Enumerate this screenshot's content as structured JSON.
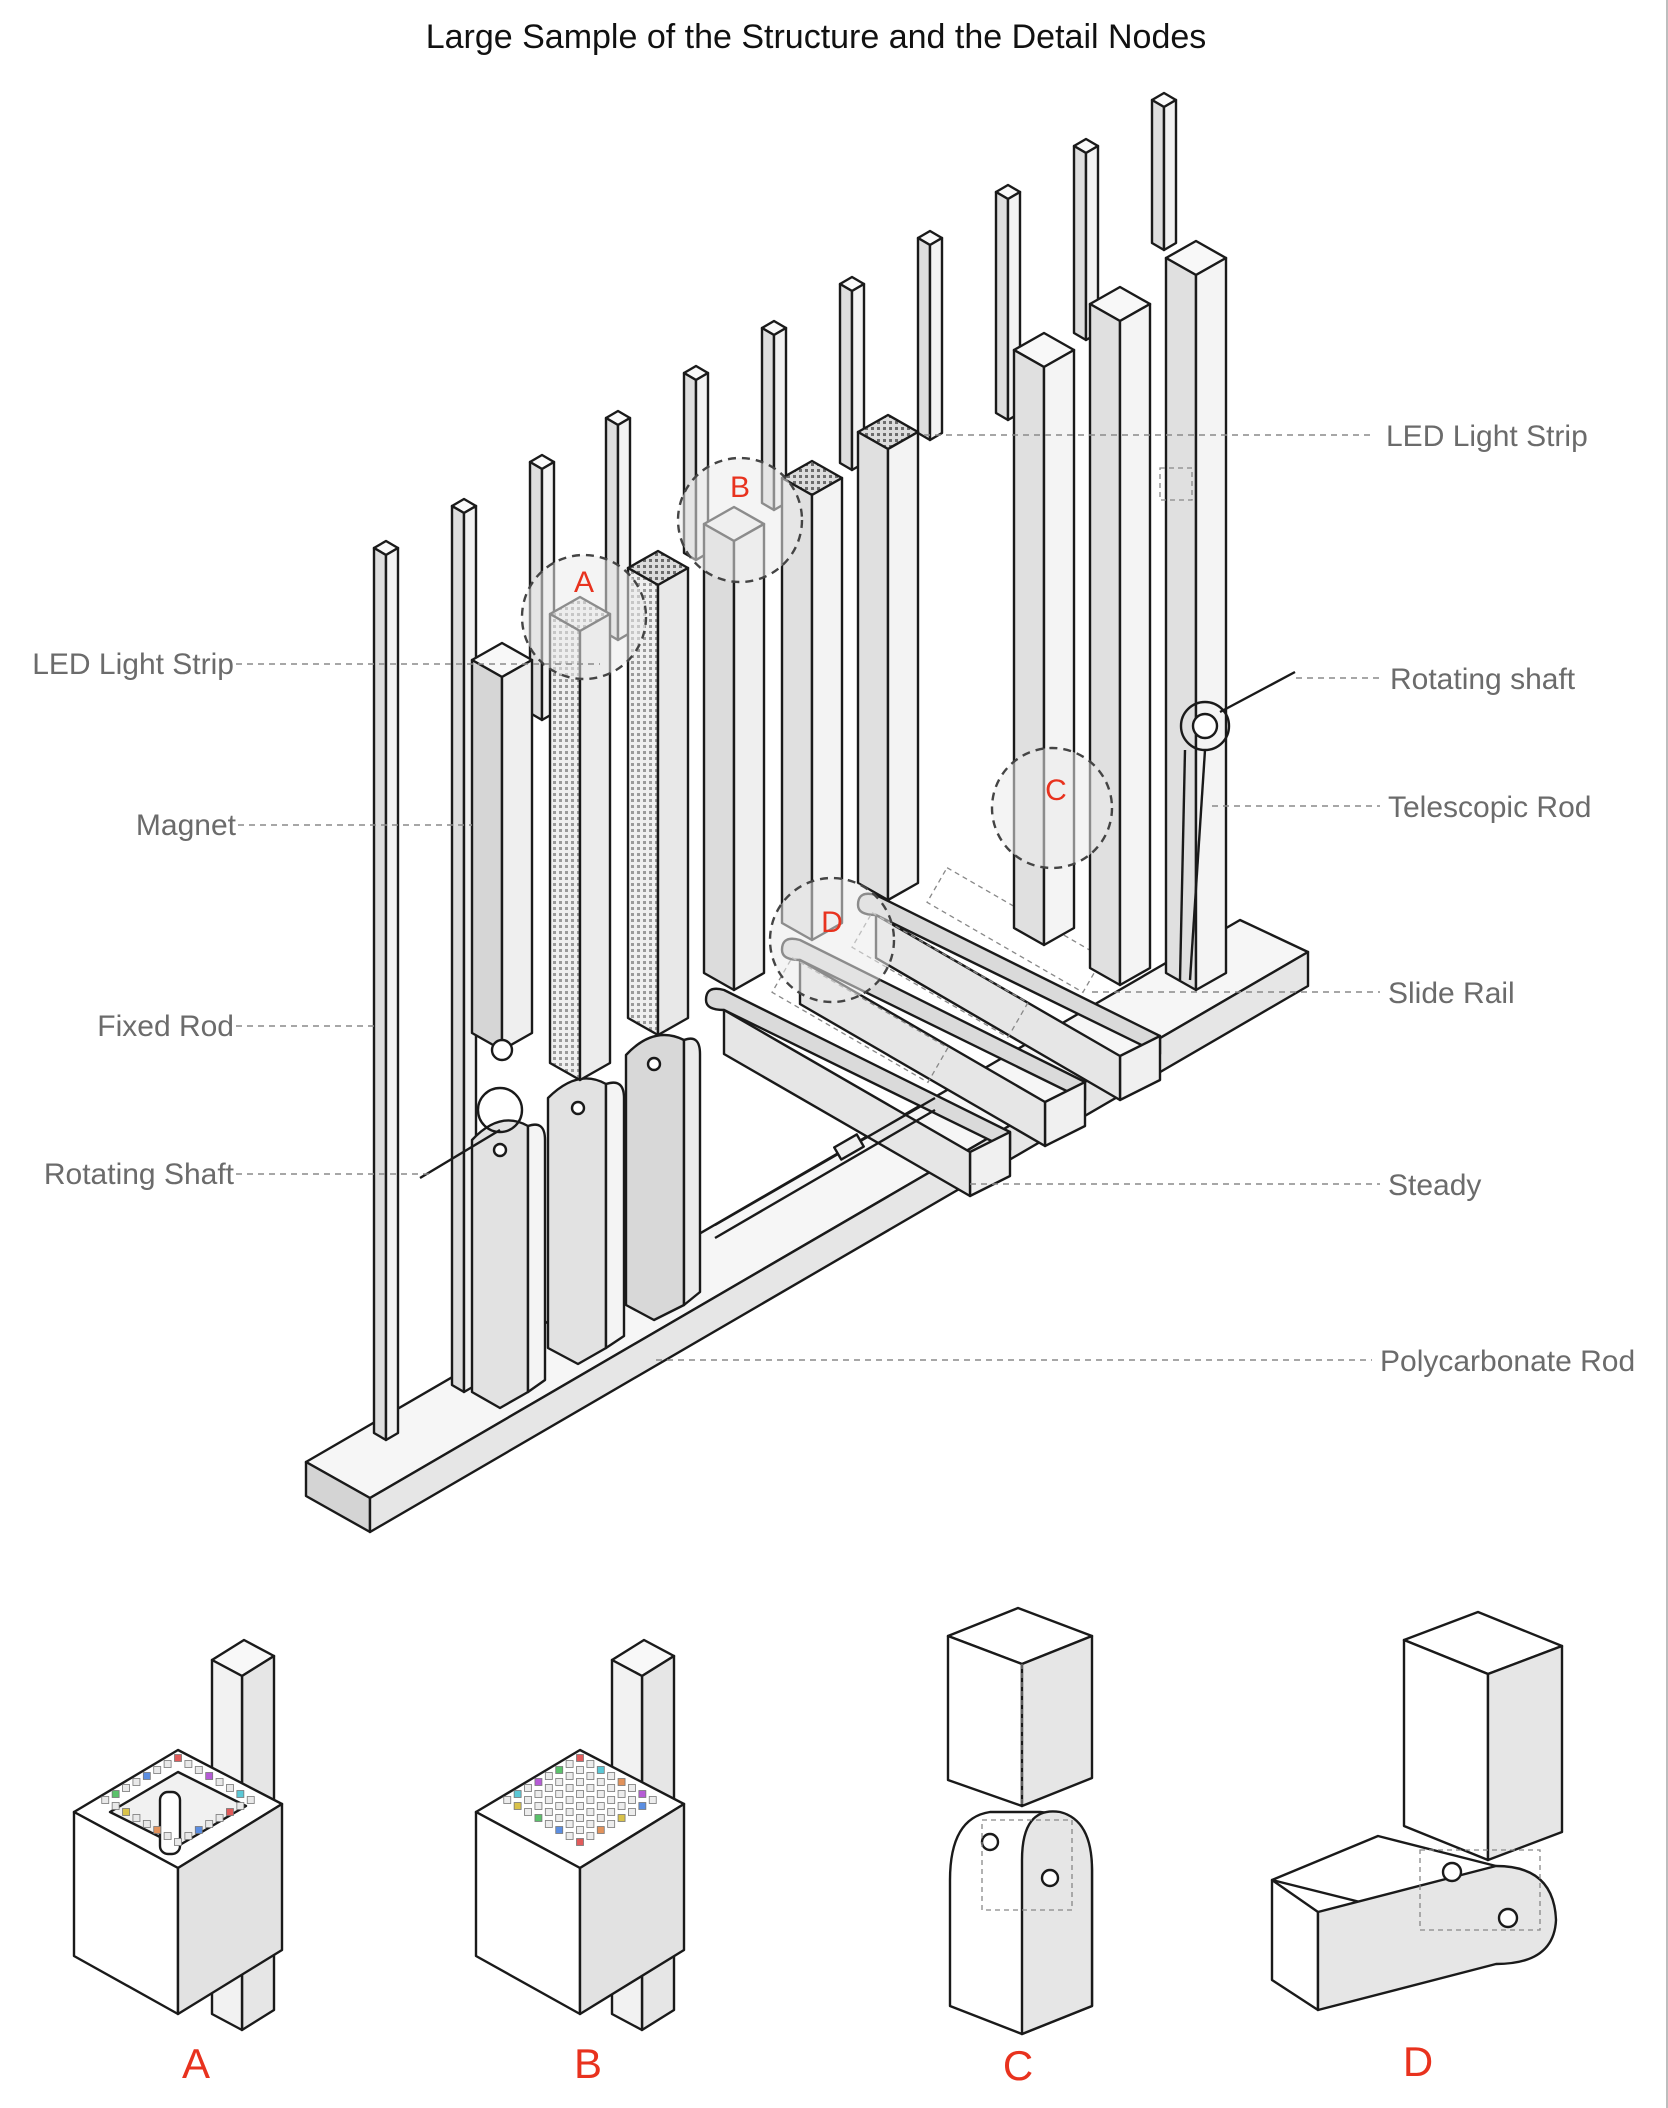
{
  "title": "Large Sample of the Structure and the Detail Nodes",
  "callouts_left": {
    "led_light_strip": "LED Light Strip",
    "magnet": "Magnet",
    "fixed_rod": "Fixed Rod",
    "rotating_shaft": "Rotating Shaft"
  },
  "callouts_right": {
    "led_light_strip": "LED Light Strip",
    "rotating_shaft": "Rotating shaft",
    "telescopic_rod": "Telescopic Rod",
    "slide_rail": "Slide Rail",
    "steady": "Steady",
    "polycarbonate_rod": "Polycarbonate Rod"
  },
  "node_markers": {
    "a": "A",
    "b": "B",
    "c": "C",
    "d": "D"
  },
  "detail_labels": {
    "a": "A",
    "b": "B",
    "c": "C",
    "d": "D"
  },
  "colors": {
    "accent_red": "#e8321e",
    "face_light": "#f7f7f7",
    "face_mid": "#e4e4e4",
    "face_dark": "#cfcfcf",
    "callout_gray": "#6b6b6b"
  },
  "led_colors": [
    "#e25b5b",
    "#5b8ee2",
    "#5bc26b",
    "#d9c24a",
    "#b65bd6",
    "#e2925b",
    "#5bc8d6"
  ]
}
